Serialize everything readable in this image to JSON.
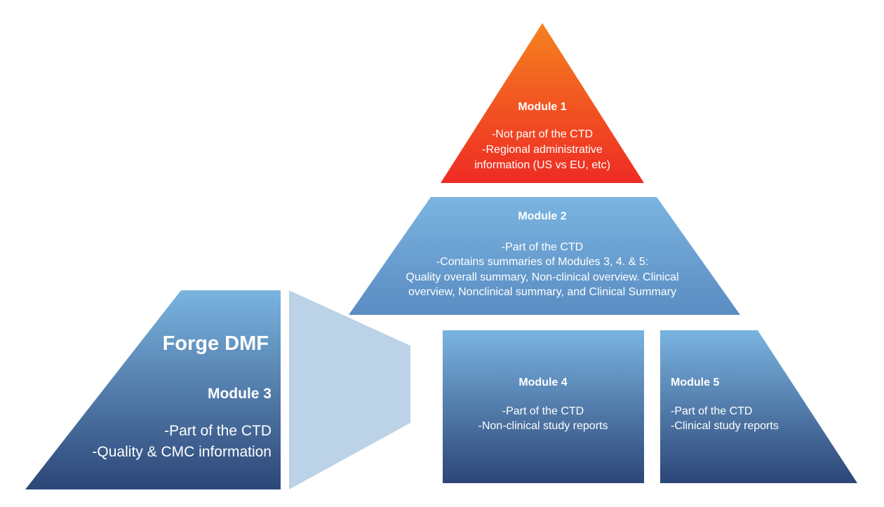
{
  "colors": {
    "orange_top": "#f5821f",
    "orange_bottom": "#ee2b24",
    "blue_top": "#7ab4e0",
    "blue_bottom": "#2c4677",
    "connector": "#bcd2e6",
    "text": "#ffffff"
  },
  "module1": {
    "title": "Module 1",
    "lines": [
      "-Not part of the CTD",
      "-Regional administrative",
      "information (US vs EU, etc)"
    ]
  },
  "module2": {
    "title": "Module 2",
    "lines": [
      "-Part of the CTD",
      "-Contains summaries of Modules 3, 4. & 5:",
      "Quality overall summary, Non-clinical overview. Clinical",
      "overview, Nonclinical summary,  and Clinical Summary"
    ]
  },
  "module3": {
    "brand": "Forge DMF",
    "title": "Module 3",
    "lines": [
      "-Part of the CTD",
      "-Quality & CMC information"
    ]
  },
  "module4": {
    "title": "Module 4",
    "lines": [
      "-Part of the CTD",
      "-Non-clinical study reports"
    ]
  },
  "module5": {
    "title": "Module 5",
    "lines": [
      "-Part of the CTD",
      "-Clinical study reports"
    ]
  }
}
